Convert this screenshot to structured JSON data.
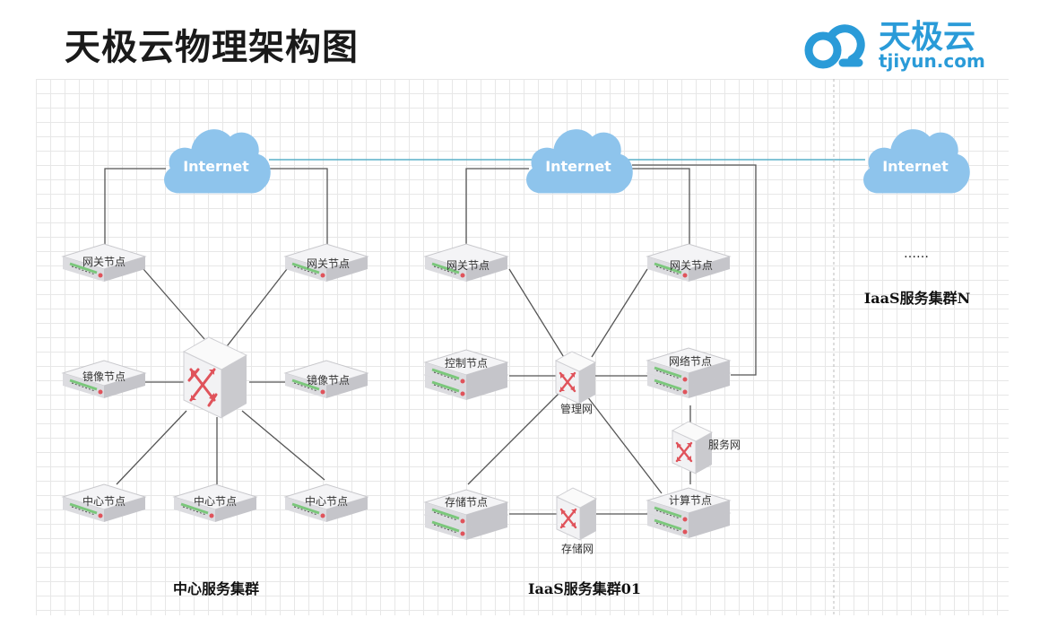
{
  "header": {
    "title": "天极云物理架构图",
    "logo_cn": "天极云",
    "logo_en": "tjiyun.com"
  },
  "diagram": {
    "internet_label": "Internet",
    "clusters": {
      "center": {
        "label": "中心服务集群",
        "gateway": "网关节点",
        "mirror": "镜像节点",
        "center_node": "中心节点"
      },
      "iaas01": {
        "label": "IaaS服务集群01",
        "gateway": "网关节点",
        "control": "控制节点",
        "network": "网络节点",
        "storage": "存储节点",
        "compute": "计算节点",
        "mgmt_net": "管理网",
        "service_net": "服务网",
        "storage_net": "存储网"
      },
      "iaasN": {
        "ellipsis": "……",
        "label": "IaaS服务集群N"
      }
    }
  },
  "colors": {
    "cloud": "#8ec4ec",
    "brand": "#2a9bd8",
    "switch_arrow": "#e0535b",
    "line": "#555555",
    "internet_link": "#5ab0c9"
  }
}
